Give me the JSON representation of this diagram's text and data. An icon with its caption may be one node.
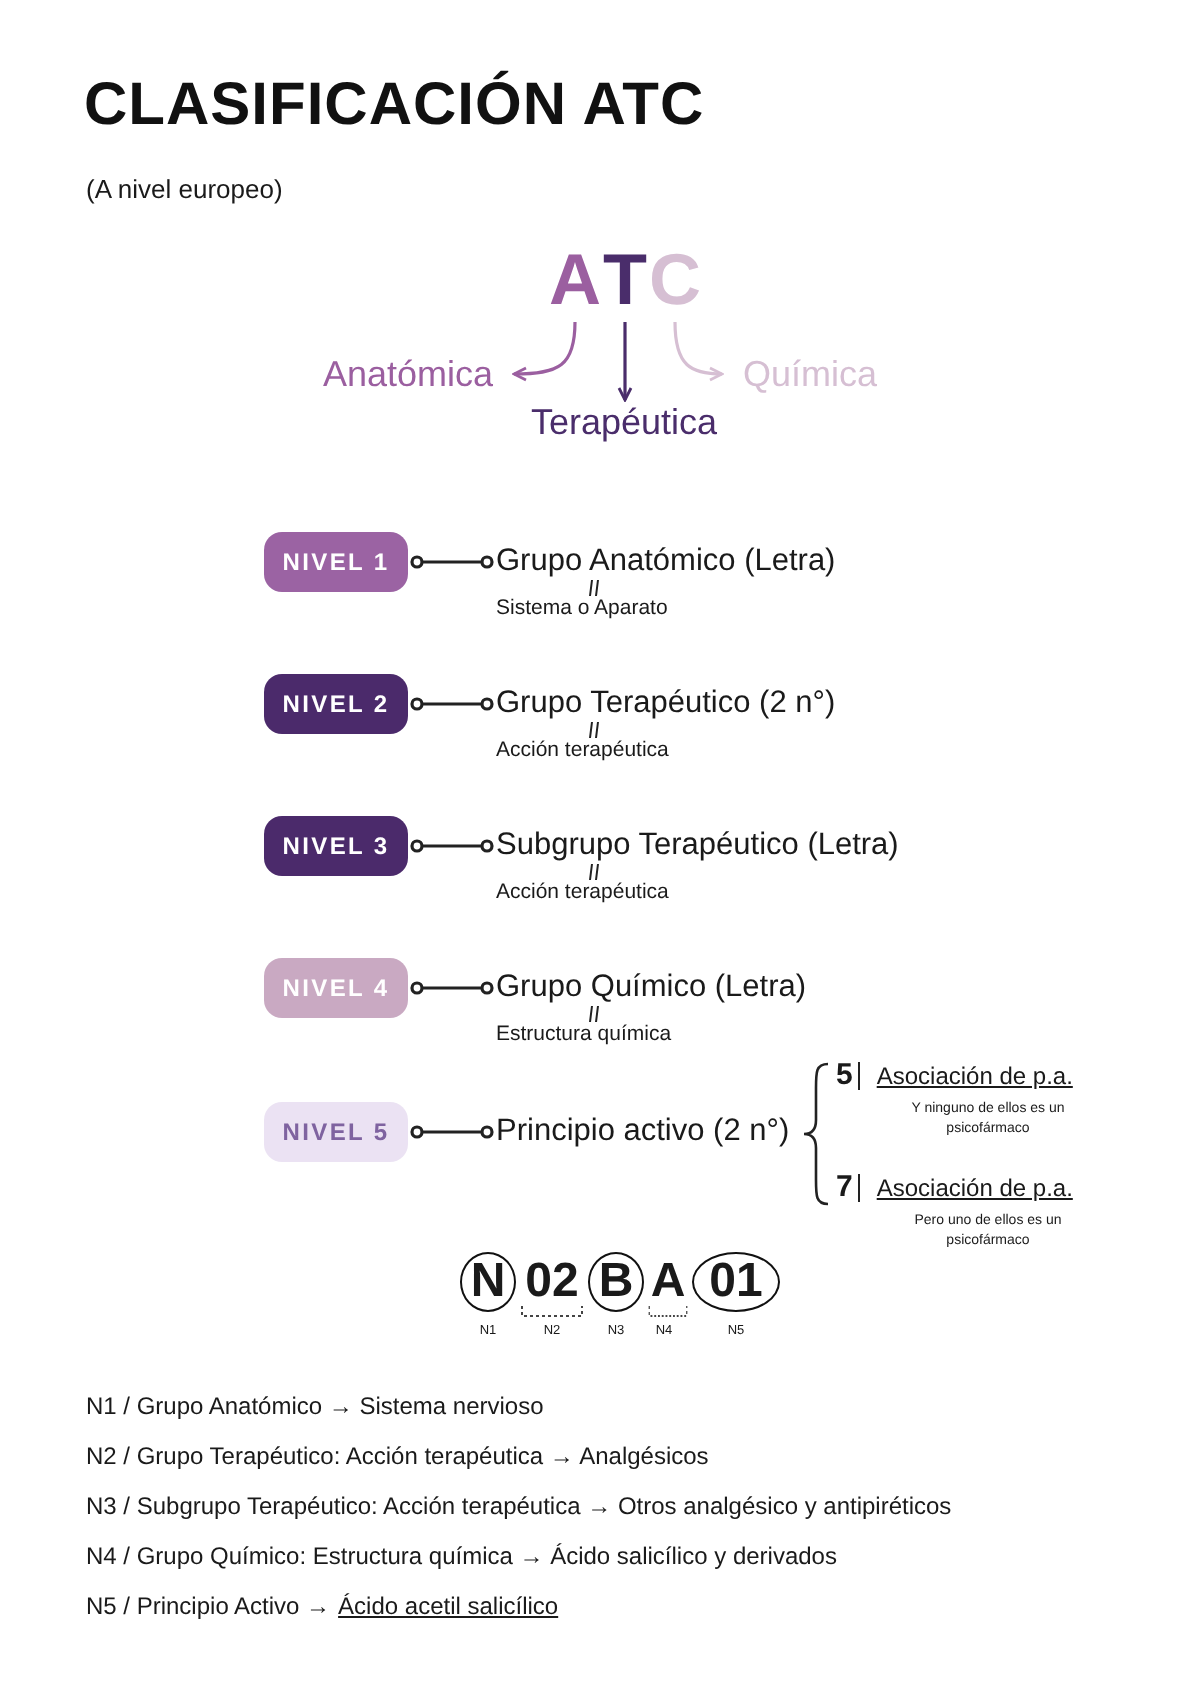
{
  "diagram": {
    "title": "CLASIFICACIÓN ATC",
    "nodes": [
      {
        "text": [
          "A"
        ]
      },
      {
        "text": [
          "T"
        ]
      },
      {
        "text": [
          "C"
        ]
      },
      {
        "text": [
          "Anatómica"
        ]
      },
      {
        "text": [
          "Terapéutica"
        ]
      },
      {
        "text": [
          "Química"
        ]
      },
      {
        "text": [
          "NIVEL 1"
        ]
      },
      {
        "text": [
          "NIVEL 2"
        ]
      },
      {
        "text": [
          "NIVEL 3"
        ]
      },
      {
        "text": [
          "NIVEL 4"
        ]
      },
      {
        "text": [
          "NIVEL 5"
        ]
      },
      {
        "text": [
          "Grupo Anatómico (Letra)",
          "Sistema o Aparato"
        ]
      },
      {
        "text": [
          "Grupo Terapéutico (2 n°)",
          "Acción terapéutica"
        ]
      },
      {
        "text": [
          "Subgrupo Terapéutico (Letra)",
          "Acción terapéutica"
        ]
      },
      {
        "text": [
          "Grupo Químico (Letra)",
          "Estructura química"
        ]
      },
      {
        "text": [
          "Principio activo (2 n°)"
        ]
      }
    ],
    "edges": [
      {
        "from": 0,
        "to": 3,
        "arrow": "to",
        "color": "#9b5fa0"
      },
      {
        "from": 1,
        "to": 4,
        "arrow": "to",
        "color": "#4a2d6b"
      },
      {
        "from": 2,
        "to": 5,
        "arrow": "to",
        "color": "#d6bfd3"
      },
      {
        "from": 6,
        "to": 11,
        "arrow": "other"
      },
      {
        "from": 7,
        "to": 12,
        "arrow": "other"
      },
      {
        "from": 8,
        "to": 13,
        "arrow": "other"
      },
      {
        "from": 9,
        "to": 14,
        "arrow": "other"
      },
      {
        "from": 10,
        "to": 15,
        "arrow": "other"
      }
    ],
    "labels": [
      "(A nivel europeo)",
      "5",
      "Asociación de p.a.",
      "Y ninguno de ellos es un psicofármaco",
      "7",
      "Asociación de p.a.",
      "Pero uno de ellos es un psicofármaco",
      "N",
      "02",
      "B",
      "A",
      "01",
      "N1",
      "N2",
      "N3",
      "N4",
      "N5",
      "N1 / Grupo Anatómico → Sistema nervioso",
      "N2 / Grupo Terapéutico: Acción terapéutica → Analgésicos",
      "N3 / Subgrupo Terapéutico: Acción terapéutica → Otros analgésico y antipiréticos",
      "N4 / Grupo Químico: Estructura química → Ácido salicílico y derivados",
      "N5 / Principio Activo →",
      "Ácido acetil salicílico"
    ]
  }
}
